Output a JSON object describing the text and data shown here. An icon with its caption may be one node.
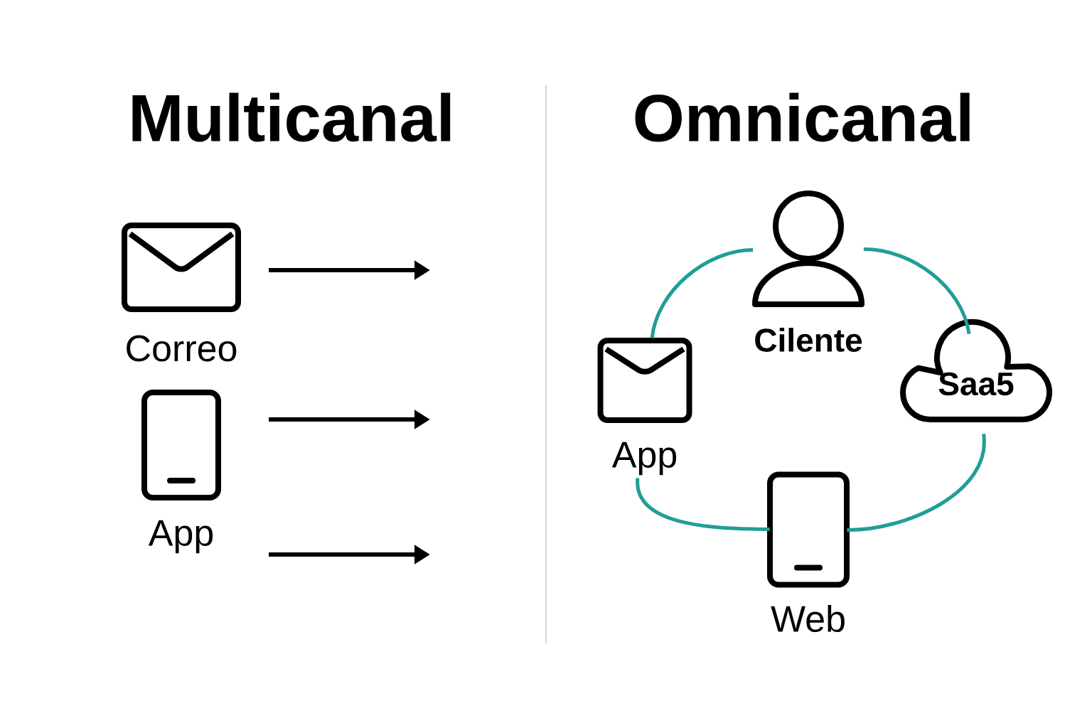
{
  "diagram": {
    "nodes": [
      {
        "text": [
          "Correo"
        ]
      },
      {
        "text": [
          "App"
        ]
      },
      {
        "text": [
          "Cilente"
        ]
      },
      {
        "text": [
          "App"
        ]
      },
      {
        "text": [
          "Saa5"
        ]
      },
      {
        "text": [
          "Web"
        ]
      }
    ],
    "edges": [
      {
        "from": 2,
        "to": 4,
        "arrow": "none",
        "color": "#1f9e97"
      },
      {
        "from": 4,
        "to": 5,
        "arrow": "none",
        "color": "#1f9e97"
      },
      {
        "from": 5,
        "to": 3,
        "arrow": "none",
        "color": "#1f9e97"
      },
      {
        "from": 3,
        "to": 2,
        "arrow": "none",
        "color": "#1f9e97"
      }
    ],
    "labels": [
      "Multicanal",
      "Omnicanal"
    ]
  }
}
